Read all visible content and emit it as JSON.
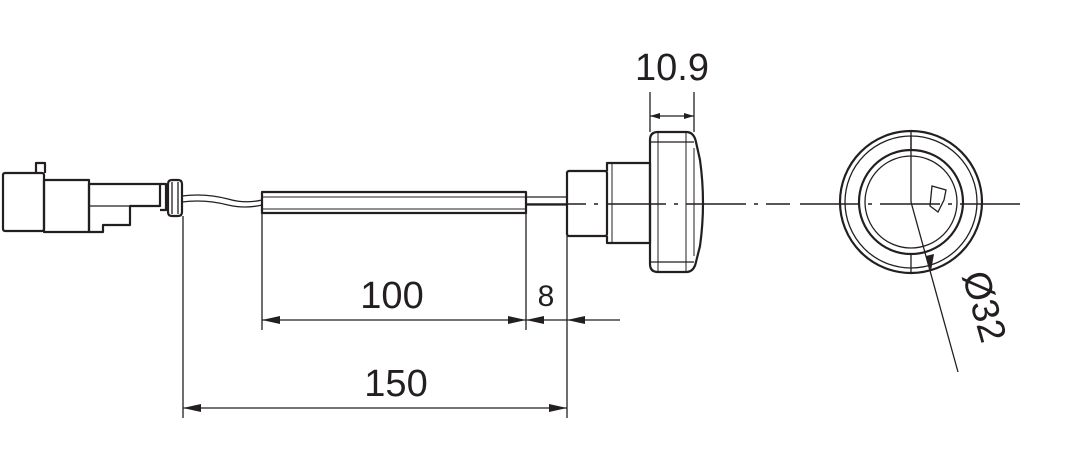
{
  "dimensions": {
    "top_width": "10.9",
    "sheath_length": "100",
    "gap_length": "8",
    "total_length": "150",
    "diameter": "Ø32"
  },
  "colors": {
    "line": "#231f20",
    "background": "#ffffff"
  }
}
